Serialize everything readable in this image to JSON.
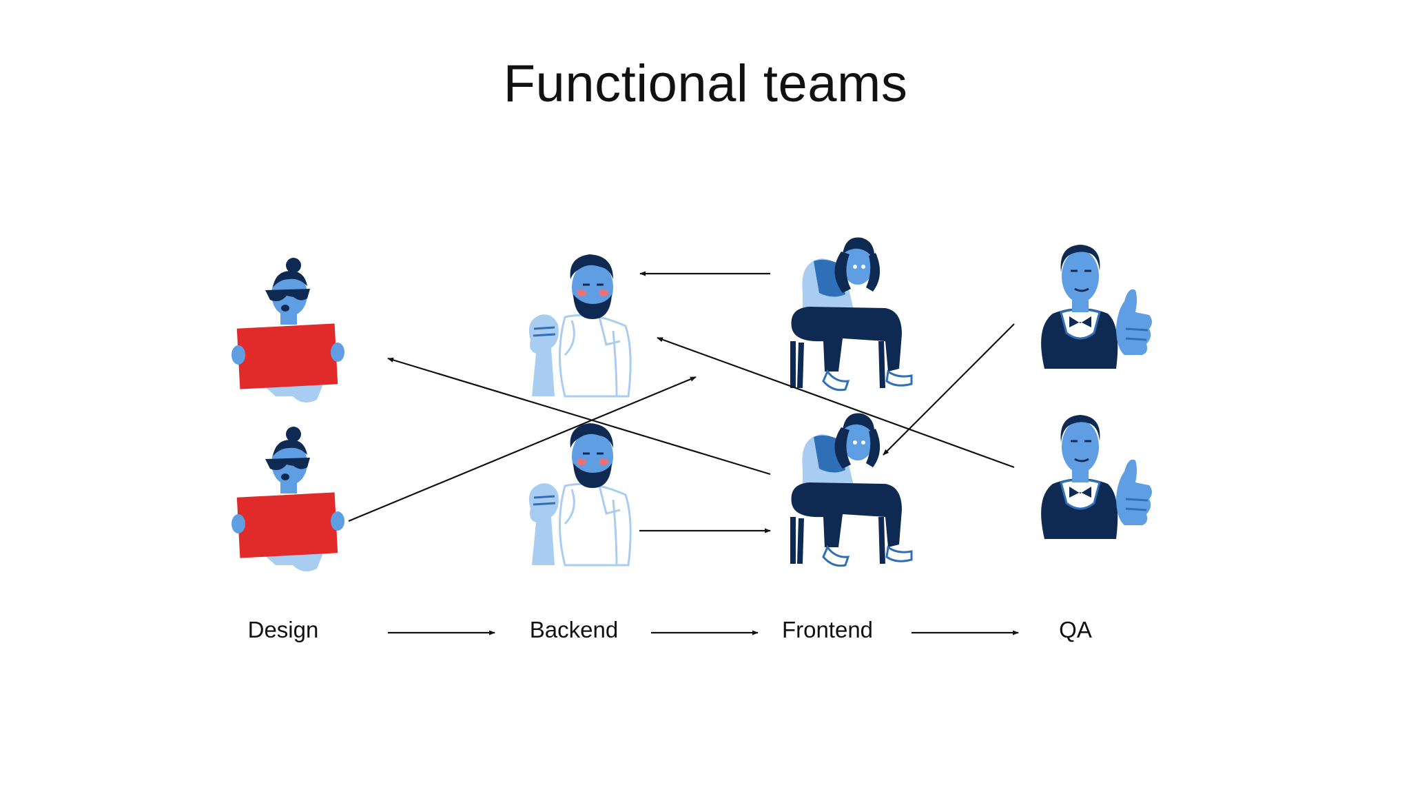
{
  "title": "Functional teams",
  "teams": [
    {
      "id": "design",
      "label": "Design"
    },
    {
      "id": "backend",
      "label": "Backend"
    },
    {
      "id": "frontend",
      "label": "Frontend"
    },
    {
      "id": "qa",
      "label": "QA"
    }
  ],
  "colors": {
    "ink_dark": "#0f2a52",
    "ink_mid": "#2e6fb7",
    "ink_light": "#a9cdf0",
    "skin": "#5f9ee3",
    "sign_red": "#e12a2a",
    "blush": "#e8727a",
    "arrow": "#111111"
  }
}
